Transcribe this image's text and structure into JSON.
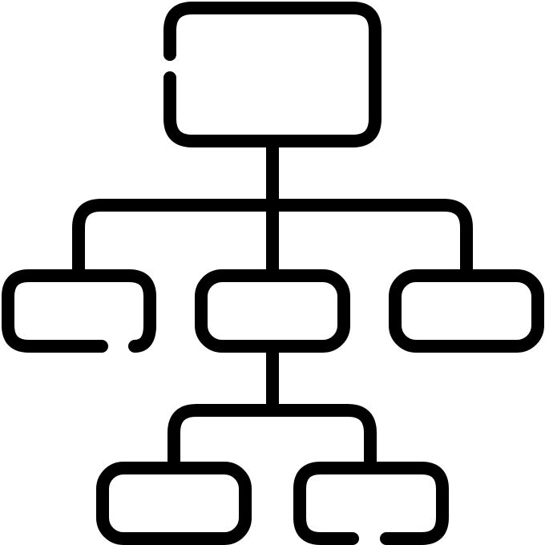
{
  "icon": {
    "name": "hierarchy-tree-icon",
    "stroke_color": "#000000",
    "background_color": "#ffffff",
    "style": "outline",
    "levels": 3,
    "nodes": [
      {
        "id": "root",
        "level": 0,
        "parent": null
      },
      {
        "id": "child-left",
        "level": 1,
        "parent": "root"
      },
      {
        "id": "child-middle",
        "level": 1,
        "parent": "root"
      },
      {
        "id": "child-right",
        "level": 1,
        "parent": "root"
      },
      {
        "id": "grandchild-left",
        "level": 2,
        "parent": "child-middle"
      },
      {
        "id": "grandchild-right",
        "level": 2,
        "parent": "child-middle"
      }
    ]
  }
}
